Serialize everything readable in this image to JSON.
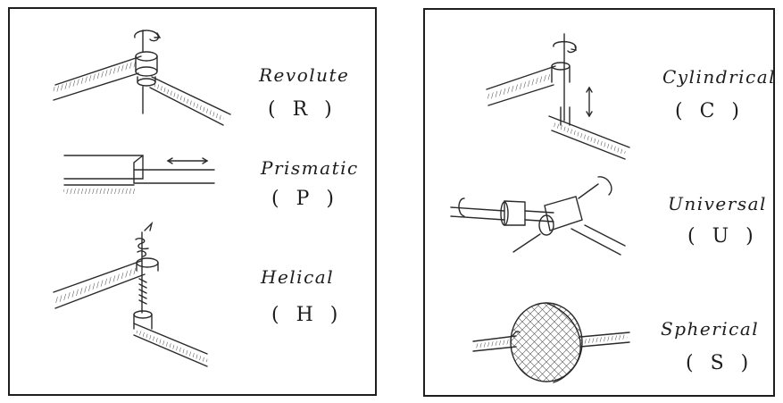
{
  "joints": [
    {
      "name": "Revolute",
      "abbr": "( R )"
    },
    {
      "name": "Prismatic",
      "abbr": "( P )"
    },
    {
      "name": "Helical",
      "abbr": "( H )"
    },
    {
      "name": "Cylindrical",
      "abbr": "( C )"
    },
    {
      "name": "Universal",
      "abbr": "( U )"
    },
    {
      "name": "Spherical",
      "abbr": "( S )"
    }
  ]
}
